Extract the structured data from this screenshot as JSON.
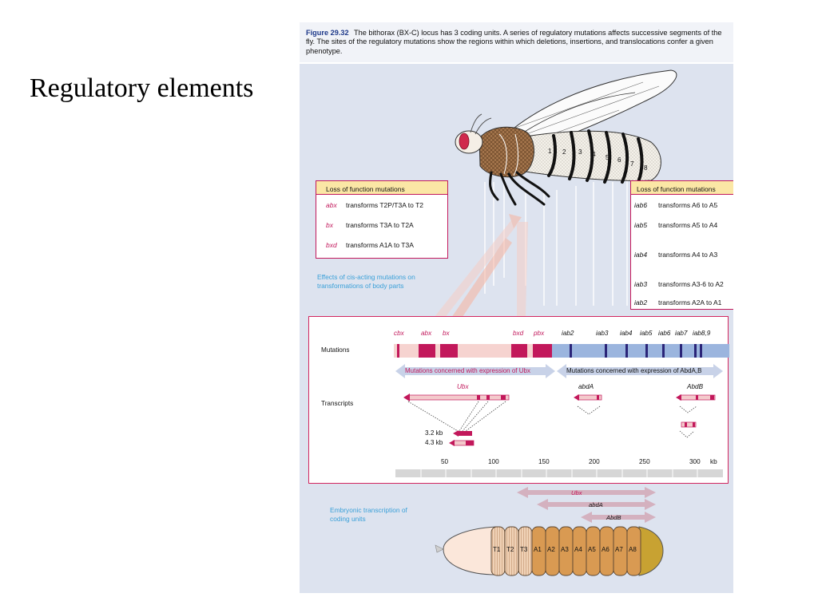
{
  "slide": {
    "title": "Regulatory elements"
  },
  "caption": {
    "label": "Figure 29.32",
    "text": "The bithorax (BX-C) locus has 3 coding units. A series of regulatory mutations affects successive segments of the fly. The sites of the regulatory mutations show the regions within which deletions, insertions, and translocations confer a given phenotype."
  },
  "fly": {
    "segment_labels": [
      "1",
      "2",
      "3",
      "4",
      "5",
      "6",
      "7",
      "8"
    ]
  },
  "lof_left": {
    "title": "Loss of function mutations",
    "rows": [
      {
        "code": "abx",
        "text": "transforms T2P/T3A to T2"
      },
      {
        "code": "bx",
        "text": "transforms T3A to T2A"
      },
      {
        "code": "bxd",
        "text": "transforms A1A to T3A"
      }
    ]
  },
  "lof_right": {
    "title": "Loss of function mutations",
    "rows": [
      {
        "code": "iab6",
        "text": "transforms A6 to A5"
      },
      {
        "code": "iab5",
        "text": "transforms A5 to A4"
      },
      {
        "code": "iab4",
        "text": "transforms A4 to A3"
      },
      {
        "code": "iab3",
        "text": "transforms A3-6 to A2"
      },
      {
        "code": "iab2",
        "text": "transforms A2A to A1"
      }
    ]
  },
  "effects_note": "Effects of cis-acting mutations on transformations of body parts",
  "map": {
    "mutations_label": "Mutations",
    "transcripts_label": "Transcripts",
    "mutation_names_ubx": [
      "cbx",
      "abx",
      "bx",
      "bxd",
      "pbx"
    ],
    "mutation_names_abd": [
      "iab2",
      "iab3",
      "iab4",
      "iab5",
      "iab6",
      "iab7",
      "iab8,9"
    ],
    "ubx_region": "Mutations concerned with expression of Ubx",
    "abd_region": "Mutations concerned with expression of AbdA,B",
    "genes": [
      "Ubx",
      "abdA",
      "AbdB"
    ],
    "transcript_sizes": [
      "3.2 kb",
      "4.3 kb"
    ],
    "scale_ticks": [
      "50",
      "100",
      "150",
      "200",
      "250",
      "300"
    ],
    "scale_unit": "kb"
  },
  "embryo_note": "Embryonic transcription of coding units",
  "embryo_arrows": [
    "Ubx",
    "abdA",
    "AbdB"
  ],
  "embryo_segments": [
    "T1",
    "T2",
    "T3",
    "A1",
    "A2",
    "A3",
    "A4",
    "A5",
    "A6",
    "A7",
    "A8"
  ],
  "colors": {
    "magenta": "#c2185b",
    "pink_region": "#f6d3d0",
    "blue_region": "#9bb5de",
    "ubx_arrow": "#d7b3bf"
  }
}
